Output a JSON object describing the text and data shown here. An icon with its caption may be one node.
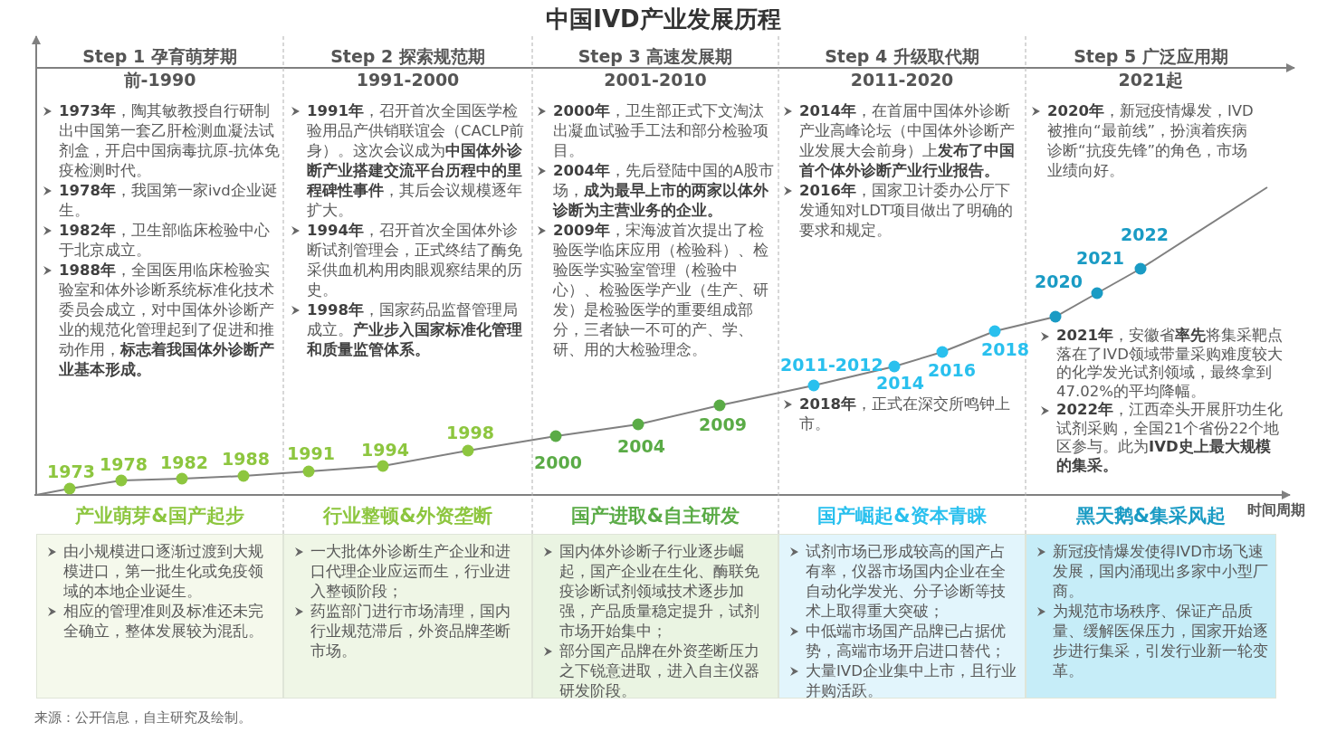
{
  "diagram": {
    "title": "中国IVD产业发展历程",
    "caption": "来源：公开信息，自主研究及绘制。",
    "nodes": [
      {
        "text": [
          "产业萌芽&国产起步",
          "由小规模进口逐渐过渡到大规模进口，第一批生化或免疫领域的本地企业诞生。",
          "相应的管理准则及标准还未完全确立，整体发展较为混乱。"
        ]
      },
      {
        "text": [
          "行业整顿&外资垄断",
          "一大批体外诊断生产企业和进口代理企业应运而生，行业进入整顿阶段；",
          "药监部门进行市场清理，国内行业规范滞后，外资品牌垄断市场。"
        ]
      },
      {
        "text": [
          "国产进取&自主研发",
          "国内体外诊断子行业逐步崛起，国产企业在生化、酶联免疫诊断试剂领域技术逐步加强，产品质量稳定提升，试剂市场开始集中；",
          "部分国产品牌在外资垄断压力之下锐意进取，进入自主仪器研发阶段。"
        ]
      },
      {
        "text": [
          "国产崛起&资本青睐",
          "试剂市场已形成较高的国产占有率，仪器市场国内企业在全自动化学发光、分子诊断等技术上取得重大突破；",
          "中低端市场国产品牌已占据优势，高端市场开启进口替代；",
          "大量IVD企业集中上市，且行业并购活跃。"
        ]
      },
      {
        "text": [
          "黑天鹅&集采风起",
          "新冠疫情爆发使得IVD市场飞速发展，国内涌现出多家中小型厂商。",
          "为规范市场秩序、保证产品质量、缓解医保压力，国家开始逐步进行集采，引发行业新一轮变革。"
        ]
      }
    ],
    "labels": [
      "Step 1 孕育萌芽期",
      "前-1990",
      "**1973年**，陶其敏教授自行研制出中国第一套乙肝检测血凝法试剂盒，开启中国病毒抗原-抗体免疫检测时代。",
      "**1978年**，我国第一家ivd企业诞生。",
      "**1982年**，卫生部临床检验中心于北京成立。",
      "**1988年**，全国医用临床检验实验室和体外诊断系统标准化技术委员会成立，对中国体外诊断产业的规范化管理起到了促进和推动作用，**标志着我国体外诊断产业基本形成。**",
      "Step 2 探索规范期",
      "1991-2000",
      "**1991年**，召开首次全国医学检验用品产供销联谊会（CACLP前身）。这次会议成为**中国体外诊断产业搭建交流平台历程中的里程碑性事件**，其后会议规模逐年扩大。",
      "**1994年**，召开首次全国体外诊断试剂管理会，正式终结了酶免采供血机构用肉眼观察结果的历史。",
      "**1998年**，国家药品监督管理局成立。**产业步入国家标准化管理和质量监管体系。**",
      "Step 3 高速发展期",
      "2001-2010",
      "**2000年**，卫生部正式下文淘汰出凝血试验手工法和部分检验项目。",
      "**2004年**，先后登陆中国的A股市场，**成为最早上市的两家以体外诊断为主营业务的企业。**",
      "**2009年**，宋海波首次提出了检验医学临床应用（检验科）、检验医学实验室管理（检验中心）、检验医学产业（生产、研发）是检验医学的重要组成部分，三者缺一不可的产、学、研、用的大检验理念。",
      "Step 4 升级取代期",
      "2011-2020",
      "**2014年**，在首届中国体外诊断产业高峰论坛（中国体外诊断产业发展大会前身）上**发布了中国首个体外诊断产业行业报告。**",
      "**2016年**，国家卫计委办公厅下发通知对LDT项目做出了明确的要求和规定。",
      "**2018年**，正式在深交所鸣钟上市。",
      "Step 5 广泛应用期",
      "2021起",
      "**2020年**，新冠疫情爆发，IVD被推向“最前线”，扮演着疾病诊断“抗疫先锋”的角色，市场业绩向好。",
      "**2021年**，安徽省**率先**将集采靶点落在了IVD领域带量采购难度较大的化学发光试剂领域，最终拿到47.02%的平均降幅。",
      "**2022年**，江西牵头开展肝功生化试剂采购，全国21个省份22个地区参与。此为**IVD史上最大规模的集采。**",
      "1973",
      "1978",
      "1982",
      "1988",
      "1991",
      "1994",
      "1998",
      "2000",
      "2004",
      "2009",
      "2011-2012",
      "2014",
      "2016",
      "2018",
      "2020",
      "2021",
      "2022",
      "时间周期"
    ]
  }
}
